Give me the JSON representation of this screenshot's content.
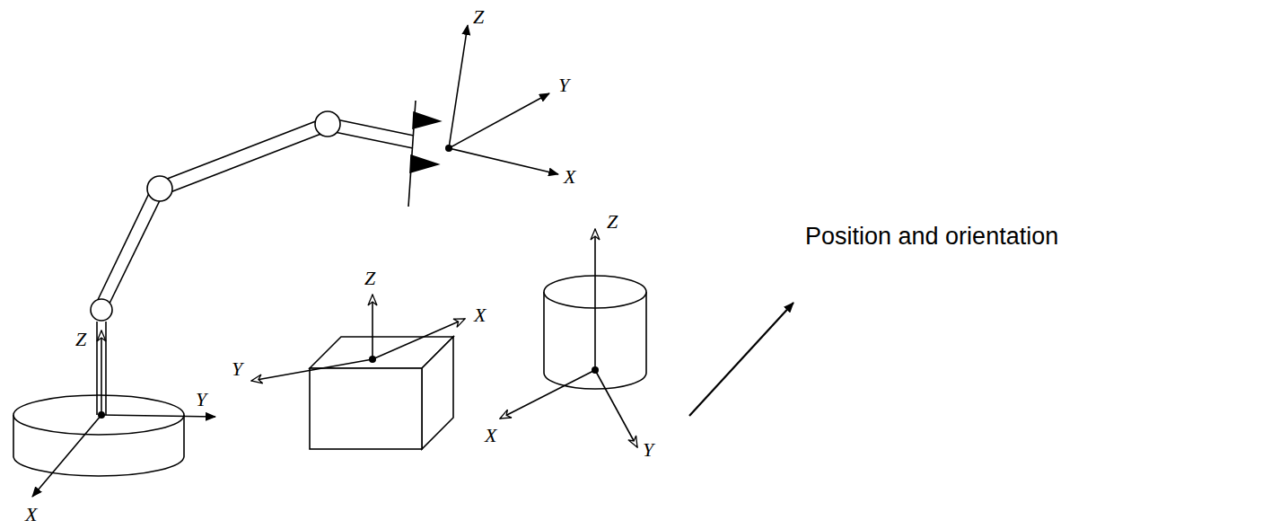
{
  "diagram": {
    "labels": [
      "Z",
      "Y",
      "X",
      "Z",
      "Y",
      "X",
      "Z",
      "X",
      "Y",
      "Z",
      "X",
      "Y",
      "Position and orientation"
    ]
  }
}
